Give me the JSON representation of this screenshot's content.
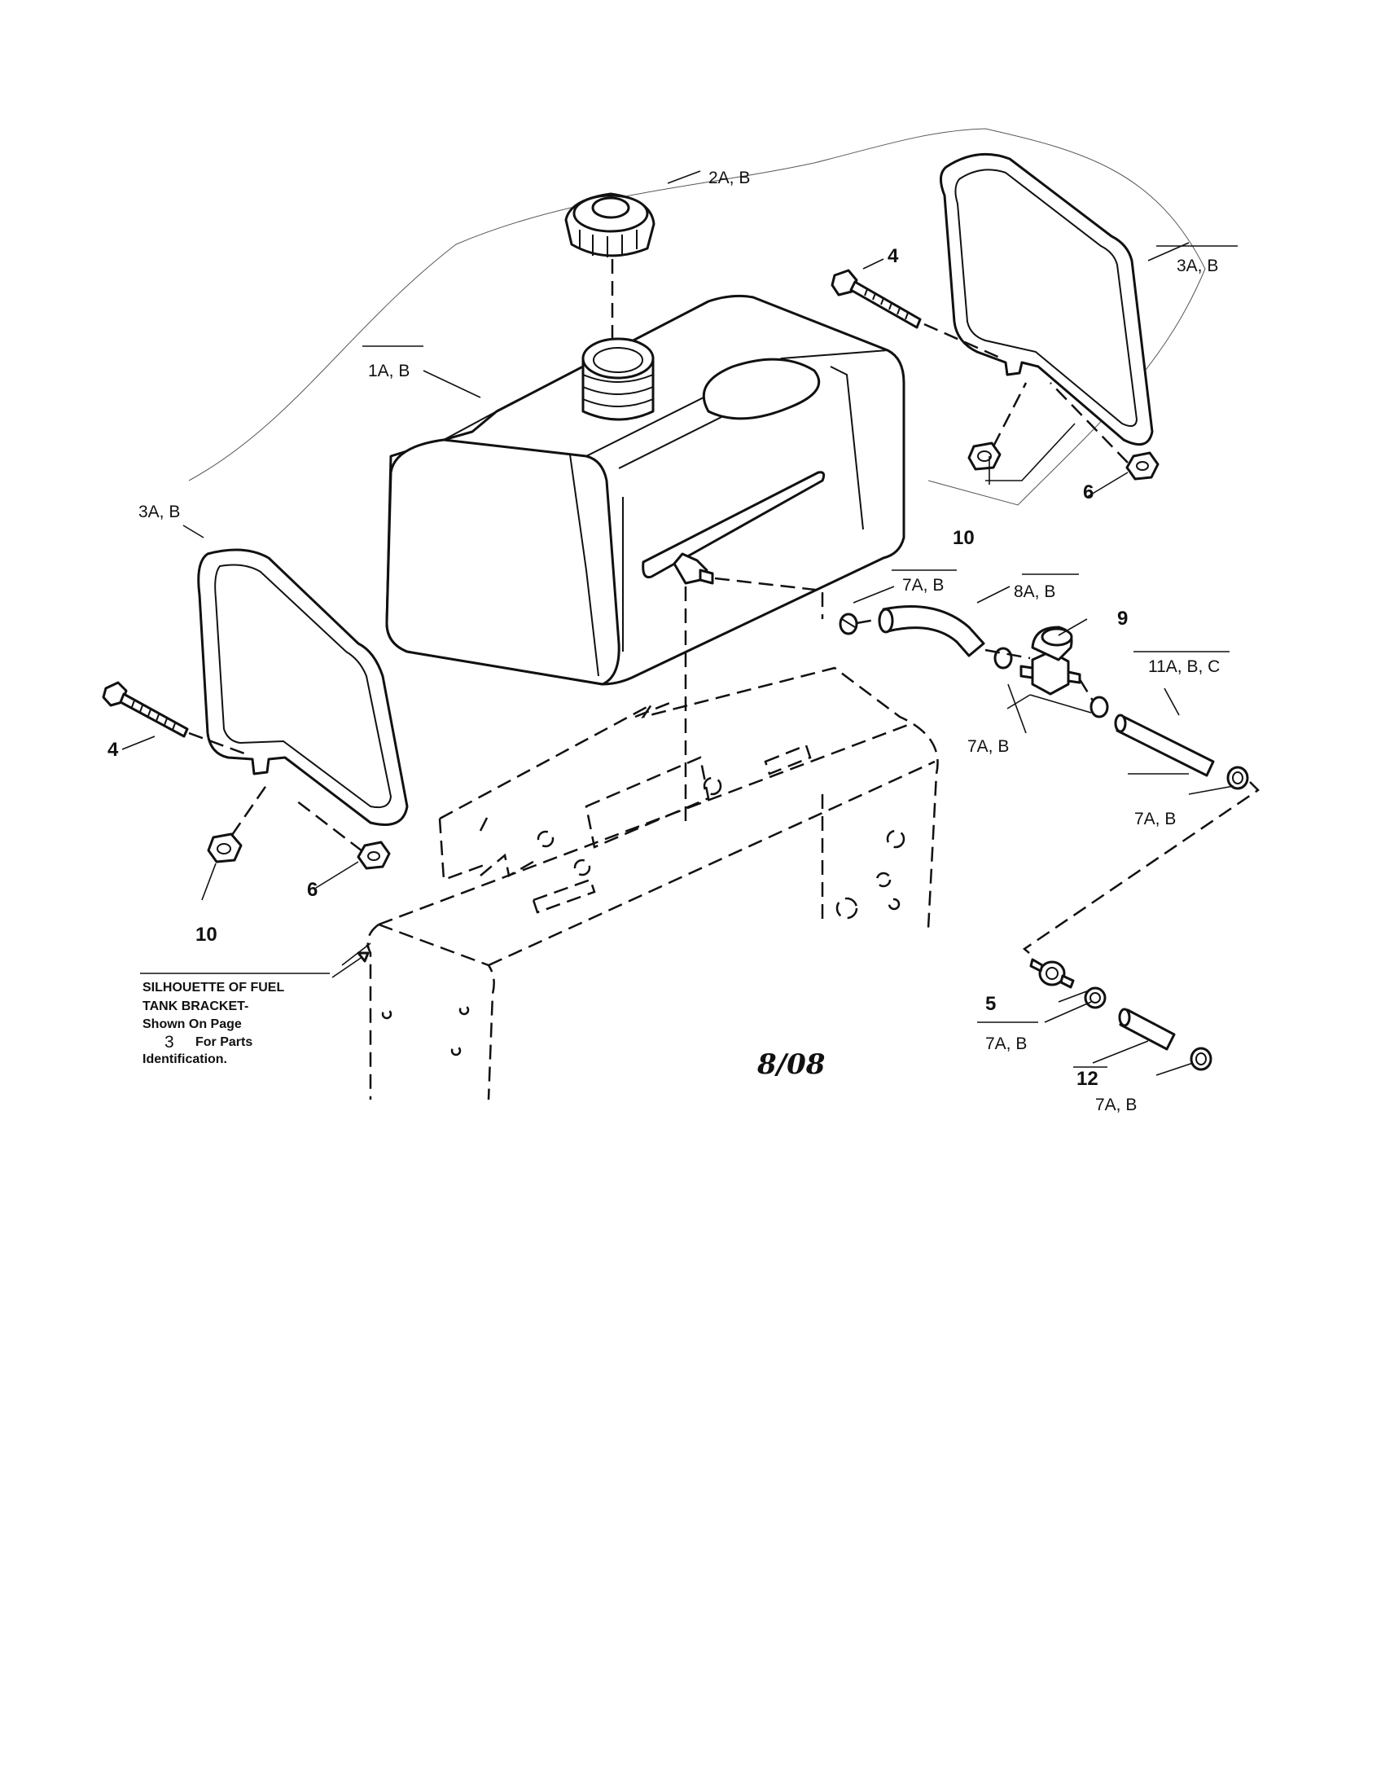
{
  "callouts": {
    "fuel_tank": "1A, B",
    "fuel_cap": "2A, B",
    "right_strap": "3A, B",
    "left_strap": "3A, B",
    "right_bolt": "4",
    "left_bolt": "4",
    "inline_filter": "5",
    "right_nut": "6",
    "left_nut": "6",
    "clamp_tank_outlet": "7A, B",
    "clamp_pair_valve": "7A, B",
    "clamp_hose_end": "7A, B",
    "clamp_filter": "7A, B",
    "clamp_bottom": "7A, B",
    "fuel_hose": "8A, B",
    "shutoff_valve": "9",
    "right_flange_nut": "10",
    "left_flange_nut": "10",
    "fuel_line": "11A, B, C",
    "short_hose": "12"
  },
  "note": {
    "line1": "SILHOUETTE OF FUEL",
    "line2": "TANK BRACKET-",
    "line3": "Shown On Page",
    "page_ref": "3",
    "line4": "For Parts",
    "line5": "Identification."
  },
  "date_code": "8/08"
}
